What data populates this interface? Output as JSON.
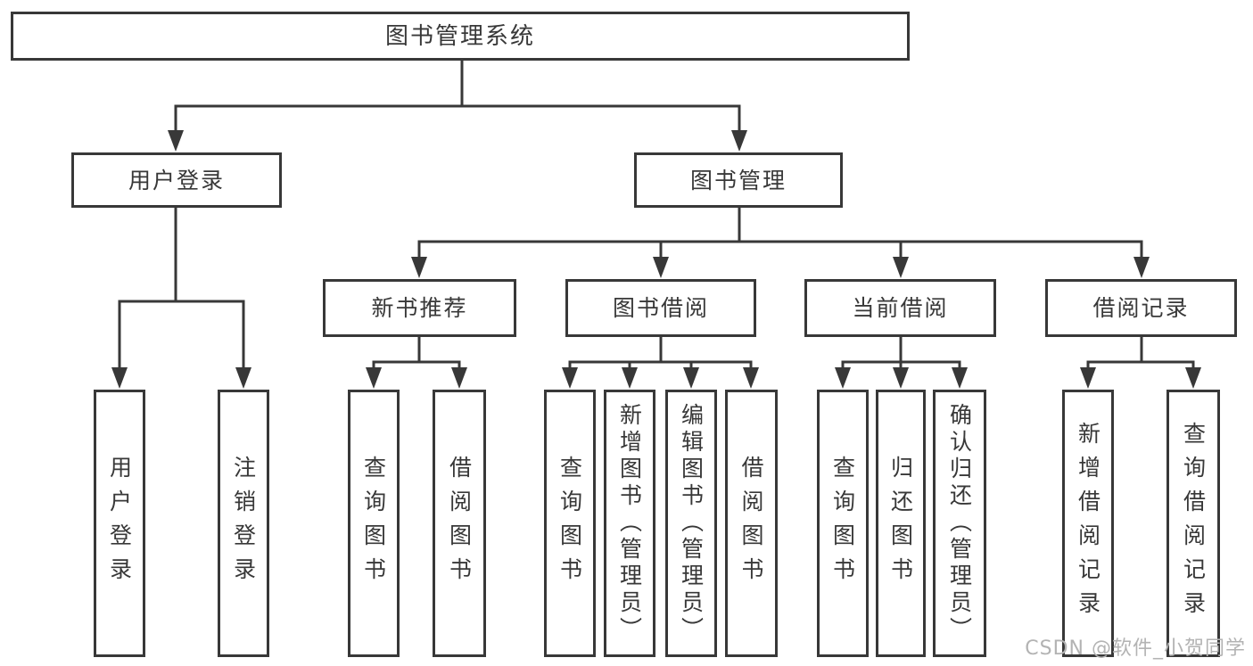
{
  "diagram": {
    "root": {
      "label": "图书管理系统"
    },
    "branches": [
      {
        "label": "用户登录",
        "leaves": [
          {
            "label": "用户登录"
          },
          {
            "label": "注销登录"
          }
        ]
      },
      {
        "label": "图书管理",
        "groups": [
          {
            "label": "新书推荐",
            "leaves": [
              {
                "label": "查询图书"
              },
              {
                "label": "借阅图书"
              }
            ]
          },
          {
            "label": "图书借阅",
            "leaves": [
              {
                "label": "查询图书"
              },
              {
                "label": "新增图书（管理员）"
              },
              {
                "label": "编辑图书（管理员）"
              },
              {
                "label": "借阅图书"
              }
            ]
          },
          {
            "label": "当前借阅",
            "leaves": [
              {
                "label": "查询图书"
              },
              {
                "label": "归还图书"
              },
              {
                "label": "确认归还（管理员）"
              }
            ]
          },
          {
            "label": "借阅记录",
            "leaves": [
              {
                "label": "新增借阅记录"
              },
              {
                "label": "查询借阅记录"
              }
            ]
          }
        ]
      }
    ]
  },
  "watermark": {
    "text": "CSDN @软件_小贺同学"
  },
  "colors": {
    "line": "#383838",
    "box_border": "#383838",
    "text": "#383838",
    "watermark": "#b3b3b3",
    "background": "#ffffff"
  }
}
